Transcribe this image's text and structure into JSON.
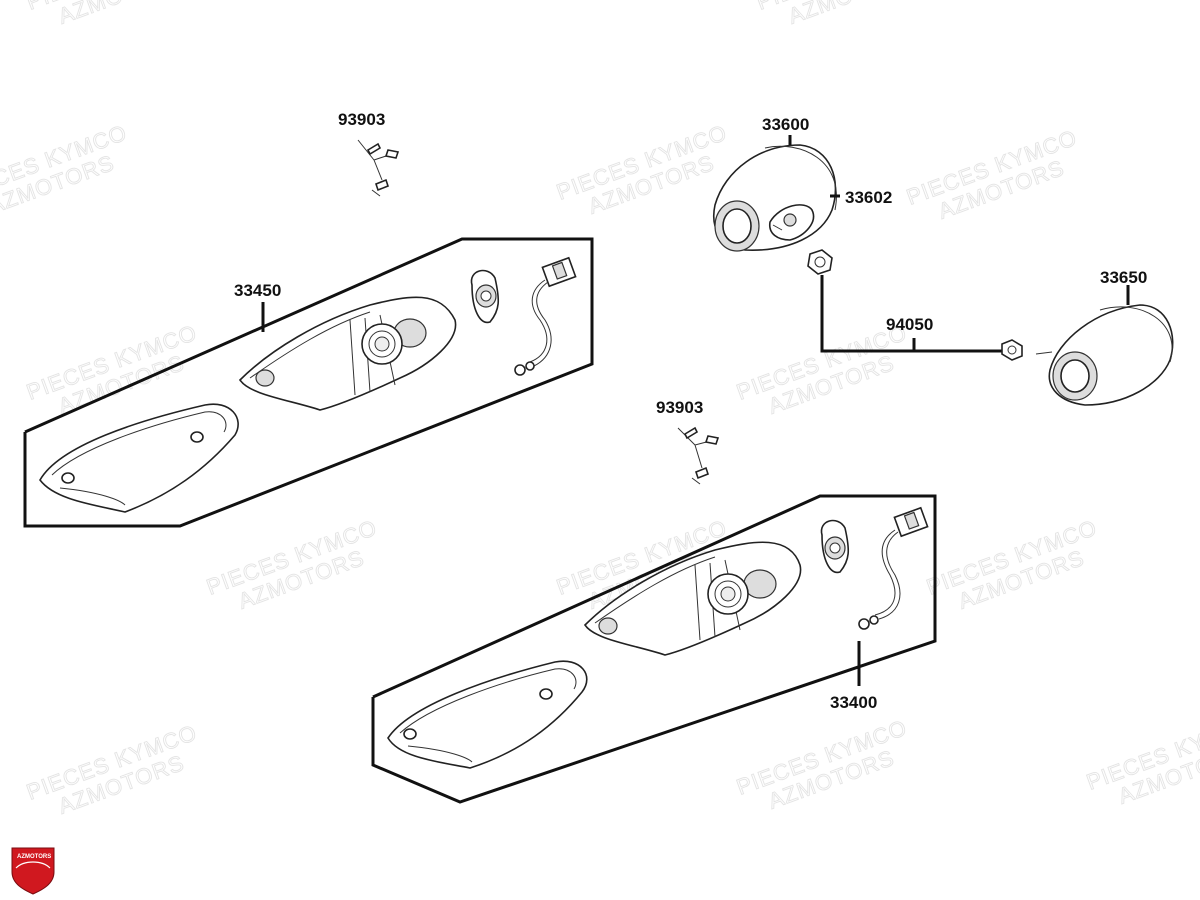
{
  "watermark": {
    "line1": "PIECES KYMCO",
    "line2": "AZMOTORS"
  },
  "logo": {
    "text": "AZMOTORS",
    "color": "#d0181f"
  },
  "parts": {
    "p93903_top": "93903",
    "p33450": "33450",
    "p33600": "33600",
    "p33602": "33602",
    "p33650": "33650",
    "p94050": "94050",
    "p93903_mid": "93903",
    "p33400": "33400"
  }
}
